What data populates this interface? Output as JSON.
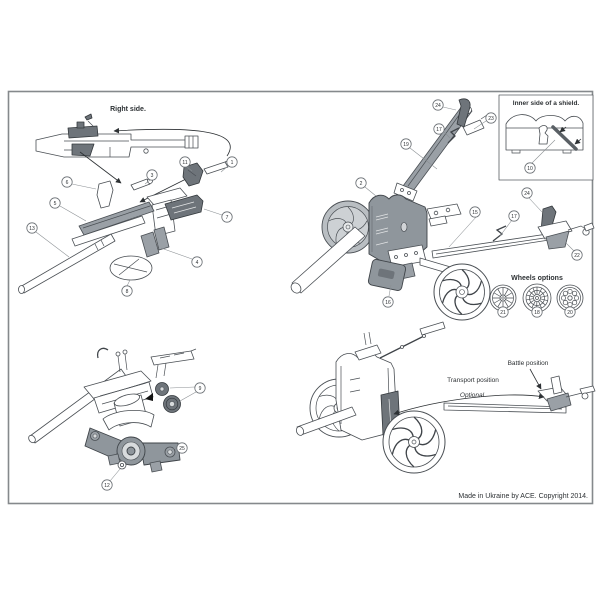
{
  "labels": {
    "right_side": "Right side.",
    "inner_shield": "Inner side of a shield.",
    "wheels_options": "Wheels options",
    "transport_position": "Transport position",
    "battle_position": "Battle position",
    "optional": "Optional",
    "copyright": "Made in Ukraine by ACE. Copyright 2014."
  },
  "callouts": [
    {
      "label": "1"
    },
    {
      "label": "11"
    },
    {
      "label": "3"
    },
    {
      "label": "6"
    },
    {
      "label": "5"
    },
    {
      "label": "13"
    },
    {
      "label": "7"
    },
    {
      "label": "4"
    },
    {
      "label": "8"
    },
    {
      "label": "24"
    },
    {
      "label": "17"
    },
    {
      "label": "23"
    },
    {
      "label": "19"
    },
    {
      "label": "10"
    },
    {
      "label": "2"
    },
    {
      "label": "16"
    },
    {
      "label": "15"
    },
    {
      "label": "17"
    },
    {
      "label": "24"
    },
    {
      "label": "22"
    },
    {
      "label": "21"
    },
    {
      "label": "18"
    },
    {
      "label": "20"
    },
    {
      "label": "9"
    },
    {
      "label": "25"
    },
    {
      "label": "12"
    }
  ],
  "colors": {
    "background": "#ffffff",
    "frame": "#85898c",
    "line": "#4a4f54",
    "part_light_gray": "#9aa0a6",
    "part_mid_gray": "#8f969c",
    "part_dark_gray": "#6e747a"
  }
}
